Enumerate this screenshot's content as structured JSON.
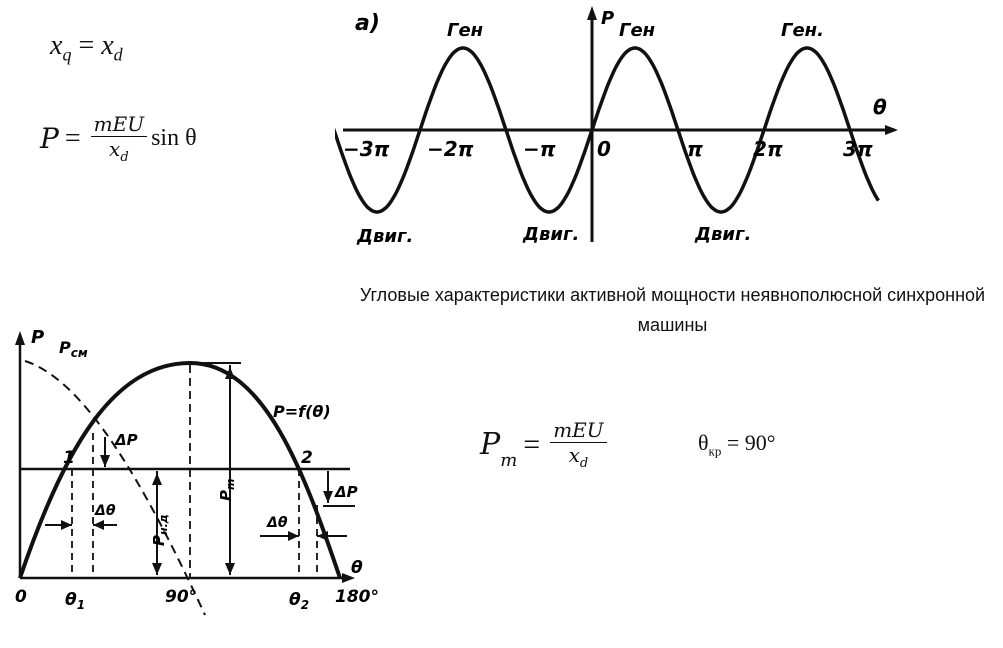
{
  "formulas": {
    "xq_eq_xd": {
      "lhs": "x",
      "lhs_sub": "q",
      "eq": "=",
      "rhs": "x",
      "rhs_sub": "d"
    },
    "power": {
      "lhs": "P",
      "eq": "=",
      "num": "mEU",
      "den_var": "x",
      "den_sub": "d",
      "tail": "sin θ"
    },
    "pmax": {
      "lhs": "P",
      "lhs_sub": "m",
      "eq": "=",
      "num": "mEU",
      "den_var": "x",
      "den_sub": "d"
    },
    "theta_cr": {
      "sym": "θ",
      "sub": "кр",
      "rest": " = 90°"
    }
  },
  "top_chart": {
    "label_a": "а)",
    "y_axis": "P",
    "x_axis": "θ",
    "ticks": [
      "−3π",
      "−2π",
      "−π",
      "0",
      "π",
      "2π",
      "3π"
    ],
    "peak_labels": [
      "Ген",
      "Ген",
      "Ген."
    ],
    "trough_labels": [
      "Двиг.",
      "Двиг.",
      "Двиг."
    ]
  },
  "caption": "Угловые характеристики активной мощности неявнополюсной синхронной машины",
  "bottom_chart": {
    "y_axis": "P",
    "x_axis": "θ",
    "curve_label": "P=f(θ)",
    "sync_label": "P",
    "sync_label_sub": "см",
    "pm_label": "P",
    "pm_label_sub": "m",
    "load_label": "P",
    "load_label_sub": "н.д",
    "delta_p_left": "ΔP",
    "delta_p_right": "ΔP",
    "delta_theta_left": "Δθ",
    "delta_theta_right": "Δθ",
    "point1": "1",
    "point2": "2",
    "x_ticks": {
      "zero": "0",
      "theta1": "θ",
      "theta1_sub": "1",
      "deg90": "90°",
      "theta2": "θ",
      "theta2_sub": "2",
      "deg180": "180°"
    }
  },
  "colors": {
    "ink": "#111111",
    "background": "#ffffff"
  }
}
